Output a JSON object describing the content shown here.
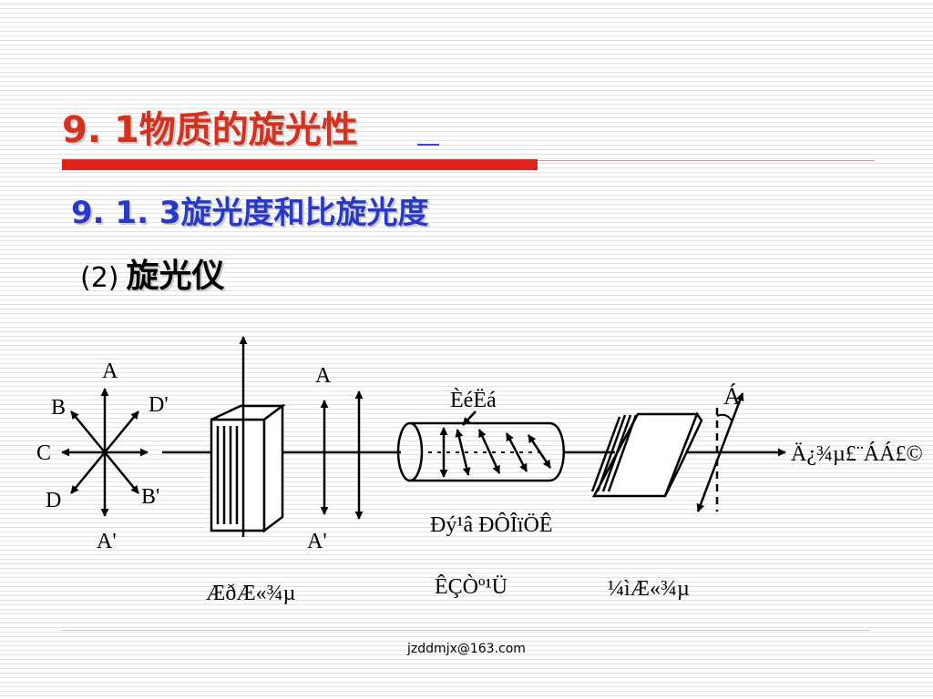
{
  "slide": {
    "title": "9. 1物质的旋光性",
    "subtitle": "9. 1. 3旋光度和比旋光度",
    "subhead_num": "(2)",
    "subhead_text": "旋光仪",
    "footer_email": "jzddmjx@163.com"
  },
  "diagram": {
    "star_labels": {
      "A": "A",
      "B": "B",
      "C": "C",
      "D": "D",
      "D_prime": "D'",
      "B_prime": "B'",
      "A_prime": "A'"
    },
    "polarizer_top_label": "A",
    "polarizer_bottom_label": "A'",
    "tube_top_label": "ÈéËá",
    "tube_inner_label": "Ðý¹â ÐÔÎïÖÊ",
    "tube_caption": "ÊÇÒº¹Ü",
    "polarizer_caption": "ÆðÆ«¾µ",
    "analyzer_caption": "¼ìÆ«¾µ",
    "analyzer_top_label": "Á",
    "right_label": "Ä¿¾µ£¨ÁÁ£©"
  }
}
